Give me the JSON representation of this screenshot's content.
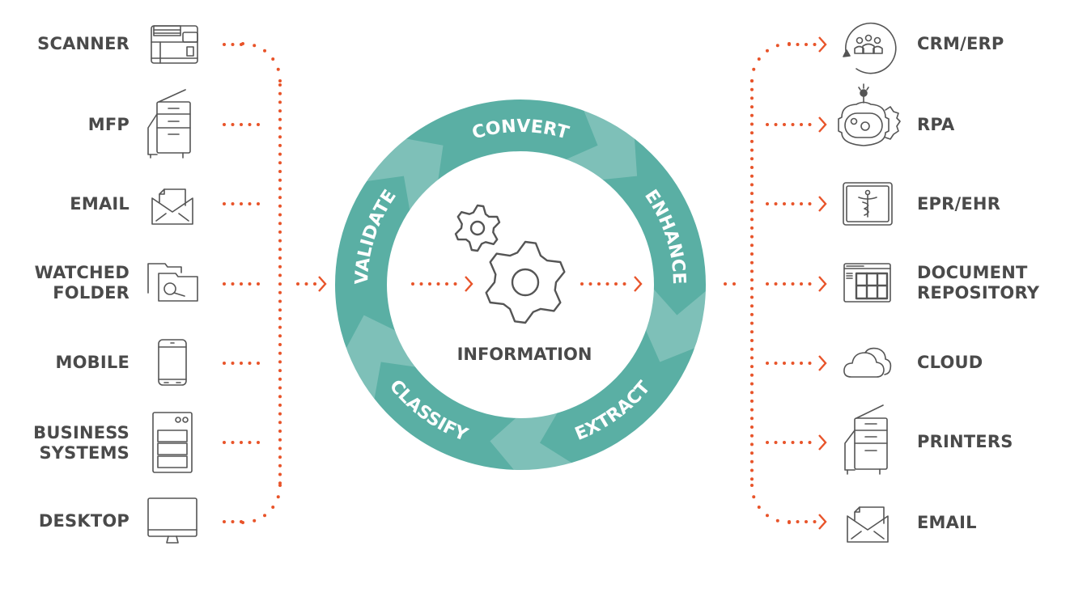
{
  "colors": {
    "teal": "#5aafa4",
    "teal_light": "#8cc9c0",
    "orange": "#e8542a",
    "icon_gray": "#555555",
    "text_gray": "#4a4a4a"
  },
  "inputs": [
    {
      "lines": [
        "SCANNER"
      ],
      "icon": "scanner-icon"
    },
    {
      "lines": [
        "MFP"
      ],
      "icon": "mfp-icon"
    },
    {
      "lines": [
        "EMAIL"
      ],
      "icon": "email-icon"
    },
    {
      "lines": [
        "WATCHED",
        "FOLDER"
      ],
      "icon": "watched-folder-icon"
    },
    {
      "lines": [
        "MOBILE"
      ],
      "icon": "mobile-icon"
    },
    {
      "lines": [
        "BUSINESS",
        "SYSTEMS"
      ],
      "icon": "business-systems-icon"
    },
    {
      "lines": [
        "DESKTOP"
      ],
      "icon": "desktop-icon"
    }
  ],
  "cycle": {
    "center_label": "INFORMATION",
    "steps": [
      "CONVERT",
      "ENHANCE",
      "EXTRACT",
      "CLASSIFY",
      "VALIDATE"
    ]
  },
  "outputs": [
    {
      "lines": [
        "CRM/ERP"
      ],
      "icon": "crm-erp-icon"
    },
    {
      "lines": [
        "RPA"
      ],
      "icon": "rpa-robot-icon"
    },
    {
      "lines": [
        "EPR/EHR"
      ],
      "icon": "medical-record-icon"
    },
    {
      "lines": [
        "DOCUMENT",
        "REPOSITORY"
      ],
      "icon": "document-repository-icon"
    },
    {
      "lines": [
        "CLOUD"
      ],
      "icon": "cloud-icon"
    },
    {
      "lines": [
        "PRINTERS"
      ],
      "icon": "printer-icon"
    },
    {
      "lines": [
        "EMAIL"
      ],
      "icon": "email-icon"
    }
  ]
}
